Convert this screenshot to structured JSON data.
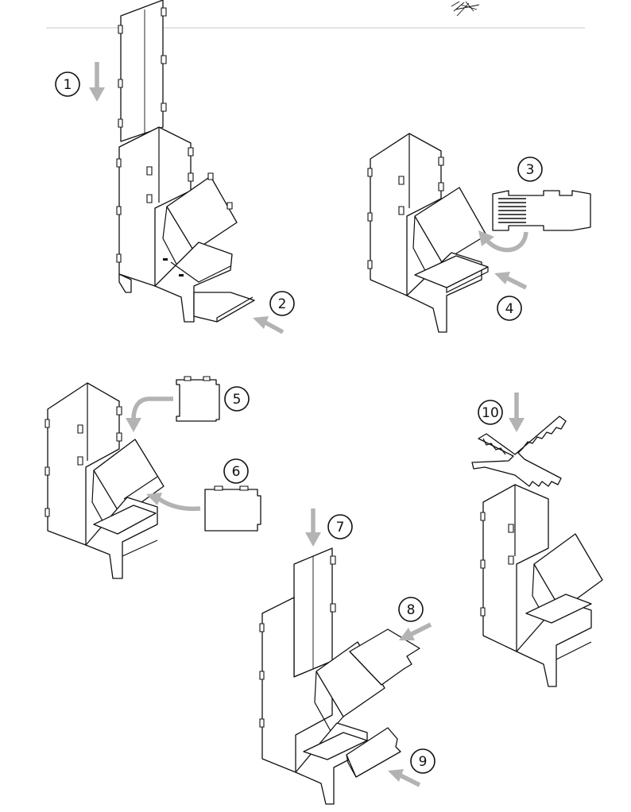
{
  "colors": {
    "line": "#111111",
    "arrow": "#b3b3b3",
    "background": "#ffffff",
    "divider": "#c8c8c8"
  },
  "steps": [
    {
      "label": "1"
    },
    {
      "label": "2"
    },
    {
      "label": "3"
    },
    {
      "label": "4"
    },
    {
      "label": "5"
    },
    {
      "label": "6"
    },
    {
      "label": "7"
    },
    {
      "label": "8"
    },
    {
      "label": "9"
    },
    {
      "label": "10"
    }
  ]
}
